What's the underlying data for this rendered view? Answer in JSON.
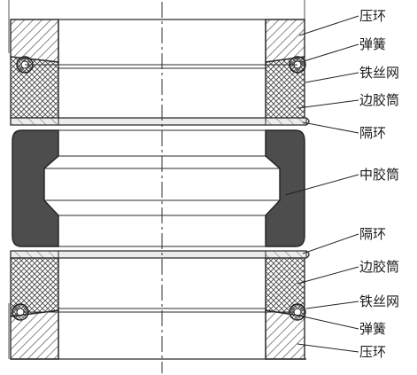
{
  "diagram": {
    "labels": {
      "press_ring_top": "压环",
      "spring_top": "弹簧",
      "wire_mesh_top": "铁丝网",
      "side_rubber_top": "边胶筒",
      "spacer_ring_top": "隔环",
      "middle_rubber": "中胶筒",
      "spacer_ring_bottom": "隔环",
      "side_rubber_bottom": "边胶筒",
      "wire_mesh_bottom": "铁丝网",
      "spring_bottom": "弹簧",
      "press_ring_bottom": "压环"
    },
    "colors": {
      "line": "#2a2a2a",
      "hatch": "#555555",
      "mesh": "#4a4a4a",
      "rubber_dark": "#4d4d4d",
      "spacer_fill": "#ececec"
    }
  }
}
